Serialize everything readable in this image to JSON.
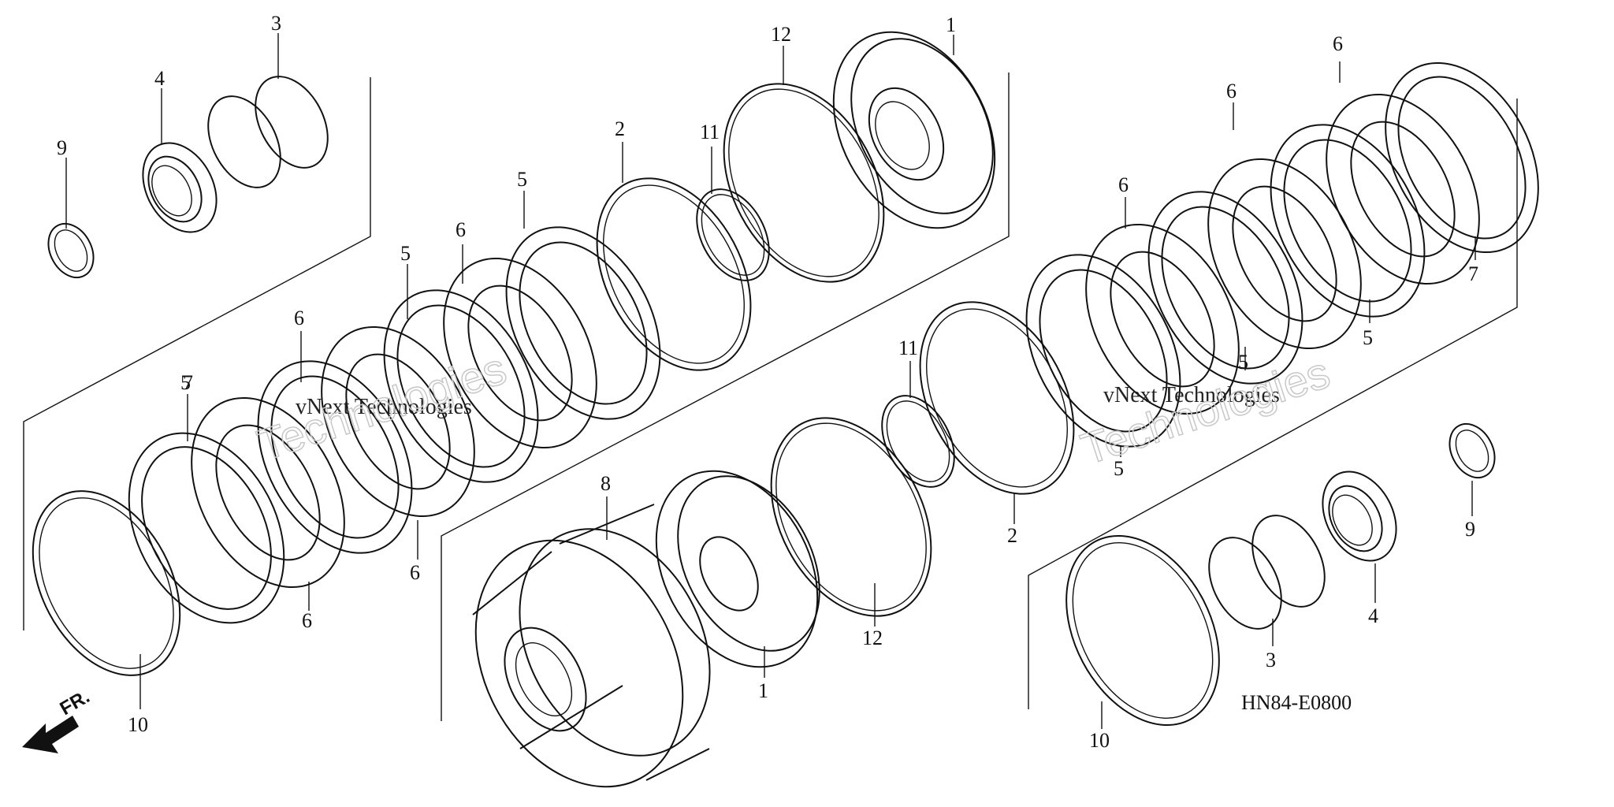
{
  "diagram": {
    "drawing_code": "HN84-E0800",
    "front_label": "FR.",
    "watermark": [
      "vNext Technologies",
      "Technologies"
    ],
    "callouts": [
      {
        "id": "c1",
        "text": "9"
      },
      {
        "id": "c2",
        "text": "4"
      },
      {
        "id": "c3",
        "text": "3"
      },
      {
        "id": "c4",
        "text": "2"
      },
      {
        "id": "c5",
        "text": "11"
      },
      {
        "id": "c6",
        "text": "12"
      },
      {
        "id": "c7",
        "text": "1"
      },
      {
        "id": "c8",
        "text": "6"
      },
      {
        "id": "c9",
        "text": "5"
      },
      {
        "id": "c10",
        "text": "5"
      },
      {
        "id": "c11",
        "text": "6"
      },
      {
        "id": "c12",
        "text": "5"
      },
      {
        "id": "c13",
        "text": "7"
      },
      {
        "id": "c14",
        "text": "6"
      },
      {
        "id": "c15",
        "text": "6"
      },
      {
        "id": "c16",
        "text": "10"
      },
      {
        "id": "c17",
        "text": "8"
      },
      {
        "id": "c18",
        "text": "1"
      },
      {
        "id": "c19",
        "text": "12"
      },
      {
        "id": "c20",
        "text": "11"
      },
      {
        "id": "c21",
        "text": "2"
      },
      {
        "id": "c22",
        "text": "5"
      },
      {
        "id": "c23",
        "text": "6"
      },
      {
        "id": "c24",
        "text": "6"
      },
      {
        "id": "c25",
        "text": "6"
      },
      {
        "id": "c26",
        "text": "7"
      },
      {
        "id": "c27",
        "text": "5"
      },
      {
        "id": "c28",
        "text": "5"
      },
      {
        "id": "c29",
        "text": "9"
      },
      {
        "id": "c30",
        "text": "4"
      },
      {
        "id": "c31",
        "text": "3"
      },
      {
        "id": "c32",
        "text": "10"
      }
    ]
  }
}
